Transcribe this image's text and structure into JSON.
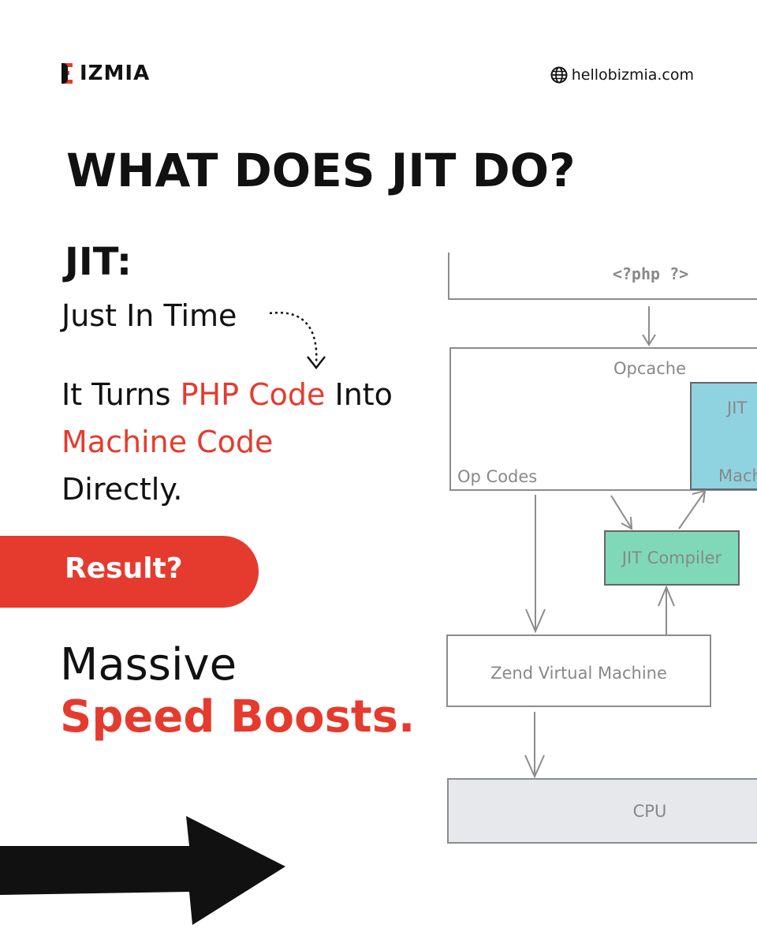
{
  "header": {
    "logo_text": "IZMIA",
    "logo_full": "BIZMIA",
    "website": "hellobizmia.com",
    "website_icon": "globe-icon"
  },
  "headline": "WHAT DOES JIT DO?",
  "jit": {
    "label": "JIT:",
    "full_name": "Just In Time",
    "desc_1": "It Turns ",
    "desc_red_1": "PHP Code",
    "desc_2": " Into",
    "desc_red_2": "Machine Code",
    "desc_3": "Directly."
  },
  "result": {
    "label": "Result?"
  },
  "outcome": {
    "line1": "Massive",
    "line2": "Speed Boosts."
  },
  "colors": {
    "accent": "#e53b2e",
    "text": "#111111",
    "jit_box": "#8fd3e0",
    "compiler_box": "#7fd9b8",
    "cpu_box": "#e6e8ec",
    "diagram_stroke": "#8c8c8c"
  },
  "diagram": {
    "php_box": "<?php  ?>",
    "opcache": "Opcache",
    "op_codes": "Op Codes",
    "jit_box_top": "JIT",
    "jit_box_bottom": "Mach",
    "jit_compiler": "JIT Compiler",
    "zend_vm": "Zend Virtual Machine",
    "cpu": "CPU"
  }
}
